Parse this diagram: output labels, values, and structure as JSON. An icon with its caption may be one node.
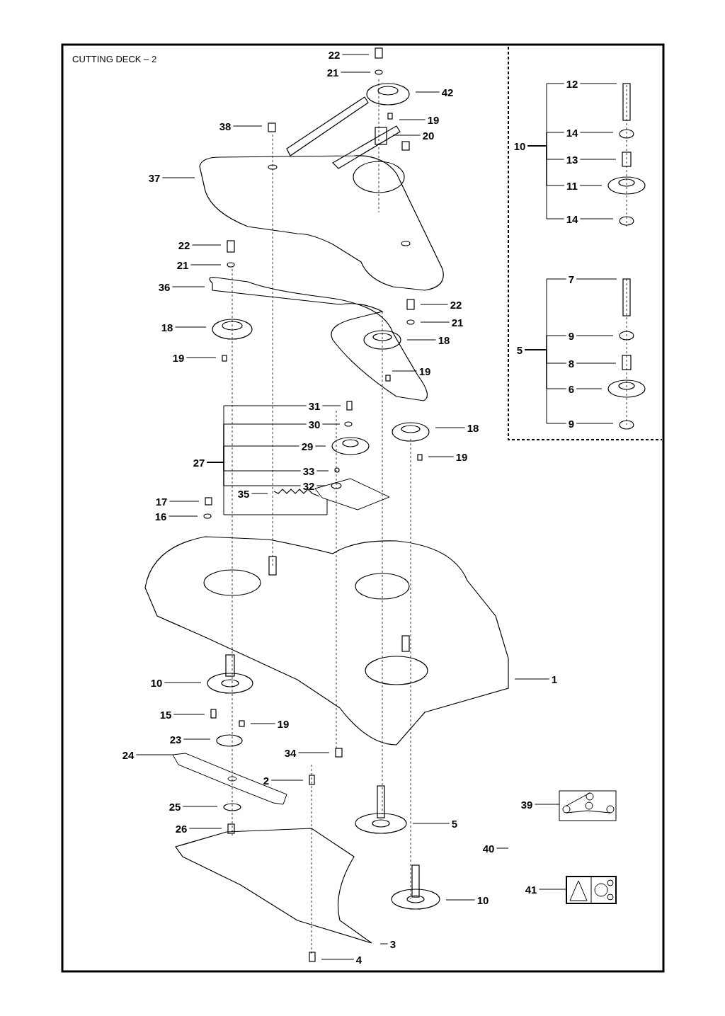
{
  "diagram": {
    "title": "CUTTING DECK – 2",
    "nodes": [
      {
        "text": [
          "22"
        ]
      },
      {
        "text": [
          "21"
        ]
      },
      {
        "text": [
          "42"
        ]
      },
      {
        "text": [
          "19"
        ]
      },
      {
        "text": [
          "20"
        ]
      },
      {
        "text": [
          "38"
        ]
      },
      {
        "text": [
          "37"
        ]
      },
      {
        "text": [
          "12"
        ]
      },
      {
        "text": [
          "14"
        ]
      },
      {
        "text": [
          "13"
        ]
      },
      {
        "text": [
          "11"
        ]
      },
      {
        "text": [
          "14"
        ]
      },
      {
        "text": [
          "22"
        ]
      },
      {
        "text": [
          "21"
        ]
      },
      {
        "text": [
          "36"
        ]
      },
      {
        "text": [
          "7"
        ]
      },
      {
        "text": [
          "22"
        ]
      },
      {
        "text": [
          "21"
        ]
      },
      {
        "text": [
          "18"
        ]
      },
      {
        "text": [
          "18"
        ]
      },
      {
        "text": [
          "9"
        ]
      },
      {
        "text": [
          "19"
        ]
      },
      {
        "text": [
          "19"
        ]
      },
      {
        "text": [
          "8"
        ]
      },
      {
        "text": [
          "6"
        ]
      },
      {
        "text": [
          "31"
        ]
      },
      {
        "text": [
          "30"
        ]
      },
      {
        "text": [
          "9"
        ]
      },
      {
        "text": [
          "18"
        ]
      },
      {
        "text": [
          "29"
        ]
      },
      {
        "text": [
          "19"
        ]
      },
      {
        "text": [
          "33"
        ]
      },
      {
        "text": [
          "32"
        ]
      },
      {
        "text": [
          "35"
        ]
      },
      {
        "text": [
          "17"
        ]
      },
      {
        "text": [
          "16"
        ]
      },
      {
        "text": [
          "1"
        ]
      },
      {
        "text": [
          "10"
        ]
      },
      {
        "text": [
          "15"
        ]
      },
      {
        "text": [
          "19"
        ]
      },
      {
        "text": [
          "23"
        ]
      },
      {
        "text": [
          "24"
        ]
      },
      {
        "text": [
          "34"
        ]
      },
      {
        "text": [
          "2"
        ]
      },
      {
        "text": [
          "39"
        ]
      },
      {
        "text": [
          "25"
        ]
      },
      {
        "text": [
          "5"
        ]
      },
      {
        "text": [
          "26"
        ]
      },
      {
        "text": [
          "40"
        ]
      },
      {
        "text": [
          "41"
        ]
      },
      {
        "text": [
          "10"
        ]
      },
      {
        "text": [
          "3"
        ]
      },
      {
        "text": [
          "4"
        ]
      },
      {
        "text": [
          "10"
        ]
      },
      {
        "text": [
          "5"
        ]
      },
      {
        "text": [
          "27"
        ]
      },
      {
        "text": [],
        "shape": "picture"
      },
      {
        "text": [],
        "shape": "picture"
      },
      {
        "text": [],
        "shape": "picture"
      },
      {
        "text": [],
        "shape": "picture"
      }
    ],
    "edges": [
      {
        "from": 0,
        "to": null,
        "arrow": "none"
      },
      {
        "from": 1,
        "to": null,
        "arrow": "none"
      },
      {
        "from": 2,
        "to": null,
        "arrow": "none"
      },
      {
        "from": 3,
        "to": null,
        "arrow": "none"
      },
      {
        "from": 4,
        "to": null,
        "arrow": "none"
      },
      {
        "from": 5,
        "to": null,
        "arrow": "none"
      },
      {
        "from": 6,
        "to": null,
        "arrow": "none"
      },
      {
        "from": 7,
        "to": null,
        "arrow": "none"
      },
      {
        "from": 8,
        "to": null,
        "arrow": "none"
      },
      {
        "from": 9,
        "to": null,
        "arrow": "none"
      },
      {
        "from": 10,
        "to": null,
        "arrow": "none"
      },
      {
        "from": 11,
        "to": null,
        "arrow": "none"
      },
      {
        "from": 12,
        "to": null,
        "arrow": "none"
      },
      {
        "from": 13,
        "to": null,
        "arrow": "none"
      },
      {
        "from": 14,
        "to": null,
        "arrow": "none"
      },
      {
        "from": 15,
        "to": null,
        "arrow": "none"
      },
      {
        "from": 16,
        "to": null,
        "arrow": "none"
      },
      {
        "from": 17,
        "to": null,
        "arrow": "none"
      },
      {
        "from": 18,
        "to": null,
        "arrow": "none"
      },
      {
        "from": 19,
        "to": null,
        "arrow": "none"
      },
      {
        "from": 20,
        "to": null,
        "arrow": "none"
      },
      {
        "from": 21,
        "to": null,
        "arrow": "none"
      },
      {
        "from": 22,
        "to": null,
        "arrow": "none"
      },
      {
        "from": 23,
        "to": null,
        "arrow": "none"
      },
      {
        "from": 24,
        "to": null,
        "arrow": "none"
      },
      {
        "from": 25,
        "to": null,
        "arrow": "none"
      },
      {
        "from": 26,
        "to": null,
        "arrow": "none"
      },
      {
        "from": 27,
        "to": null,
        "arrow": "none"
      },
      {
        "from": 28,
        "to": null,
        "arrow": "none"
      },
      {
        "from": 29,
        "to": null,
        "arrow": "none"
      },
      {
        "from": 30,
        "to": null,
        "arrow": "none"
      },
      {
        "from": 31,
        "to": null,
        "arrow": "none"
      },
      {
        "from": 32,
        "to": null,
        "arrow": "none"
      },
      {
        "from": 33,
        "to": null,
        "arrow": "none"
      },
      {
        "from": 34,
        "to": null,
        "arrow": "none"
      },
      {
        "from": 35,
        "to": null,
        "arrow": "none"
      },
      {
        "from": 36,
        "to": null,
        "arrow": "none"
      },
      {
        "from": 37,
        "to": null,
        "arrow": "none"
      },
      {
        "from": 38,
        "to": null,
        "arrow": "none"
      },
      {
        "from": 39,
        "to": null,
        "arrow": "none"
      },
      {
        "from": 40,
        "to": null,
        "arrow": "none"
      },
      {
        "from": 41,
        "to": 59,
        "arrow": "none"
      },
      {
        "from": 42,
        "to": null,
        "arrow": "none"
      },
      {
        "from": 43,
        "to": null,
        "arrow": "none"
      },
      {
        "from": 44,
        "to": 56,
        "arrow": "none"
      },
      {
        "from": 45,
        "to": null,
        "arrow": "none"
      },
      {
        "from": 46,
        "to": null,
        "arrow": "none"
      },
      {
        "from": 47,
        "to": null,
        "arrow": "none"
      },
      {
        "from": 48,
        "to": null,
        "arrow": "none"
      },
      {
        "from": 49,
        "to": 57,
        "arrow": "none"
      },
      {
        "from": 50,
        "to": null,
        "arrow": "none"
      },
      {
        "from": 51,
        "to": null,
        "arrow": "none"
      },
      {
        "from": 52,
        "to": null,
        "arrow": "none"
      },
      {
        "from": 53,
        "to": 7,
        "arrow": "none"
      },
      {
        "from": 53,
        "to": 8,
        "arrow": "none"
      },
      {
        "from": 53,
        "to": 9,
        "arrow": "none"
      },
      {
        "from": 53,
        "to": 10,
        "arrow": "none"
      },
      {
        "from": 53,
        "to": 11,
        "arrow": "none"
      },
      {
        "from": 54,
        "to": 15,
        "arrow": "none"
      },
      {
        "from": 54,
        "to": 20,
        "arrow": "none"
      },
      {
        "from": 54,
        "to": 23,
        "arrow": "none"
      },
      {
        "from": 54,
        "to": 24,
        "arrow": "none"
      },
      {
        "from": 54,
        "to": 27,
        "arrow": "none"
      },
      {
        "from": 55,
        "to": 25,
        "arrow": "none"
      },
      {
        "from": 55,
        "to": 26,
        "arrow": "none"
      },
      {
        "from": 55,
        "to": 29,
        "arrow": "none"
      },
      {
        "from": 55,
        "to": 31,
        "arrow": "none"
      },
      {
        "from": 55,
        "to": 32,
        "arrow": "none"
      },
      {
        "from": 55,
        "to": 58,
        "arrow": "none"
      }
    ]
  }
}
